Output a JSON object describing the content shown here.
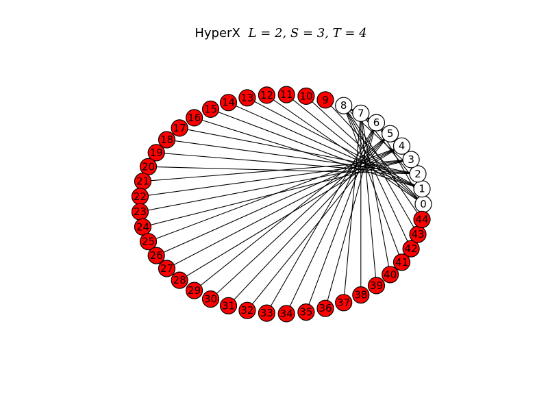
{
  "figure": {
    "title_prefix": "HyperX",
    "title_math": "L = 2, S = 3, T = 4",
    "colors": {
      "switch_fill": "#ffffff",
      "terminal_fill": "#ff0000",
      "stroke": "#000000",
      "edge": "#000000"
    }
  },
  "graph": {
    "switch_count": 9,
    "terminal_count": 36,
    "terminals_per_switch": 4,
    "dimensions": 2,
    "switches_per_dimension": 3,
    "nodes": [
      {
        "id": "0",
        "type": "switch"
      },
      {
        "id": "1",
        "type": "switch"
      },
      {
        "id": "2",
        "type": "switch"
      },
      {
        "id": "3",
        "type": "switch"
      },
      {
        "id": "4",
        "type": "switch"
      },
      {
        "id": "5",
        "type": "switch"
      },
      {
        "id": "6",
        "type": "switch"
      },
      {
        "id": "7",
        "type": "switch"
      },
      {
        "id": "8",
        "type": "switch"
      },
      {
        "id": "9",
        "type": "terminal"
      },
      {
        "id": "10",
        "type": "terminal"
      },
      {
        "id": "11",
        "type": "terminal"
      },
      {
        "id": "12",
        "type": "terminal"
      },
      {
        "id": "13",
        "type": "terminal"
      },
      {
        "id": "14",
        "type": "terminal"
      },
      {
        "id": "15",
        "type": "terminal"
      },
      {
        "id": "16",
        "type": "terminal"
      },
      {
        "id": "17",
        "type": "terminal"
      },
      {
        "id": "18",
        "type": "terminal"
      },
      {
        "id": "19",
        "type": "terminal"
      },
      {
        "id": "20",
        "type": "terminal"
      },
      {
        "id": "21",
        "type": "terminal"
      },
      {
        "id": "22",
        "type": "terminal"
      },
      {
        "id": "23",
        "type": "terminal"
      },
      {
        "id": "24",
        "type": "terminal"
      },
      {
        "id": "25",
        "type": "terminal"
      },
      {
        "id": "26",
        "type": "terminal"
      },
      {
        "id": "27",
        "type": "terminal"
      },
      {
        "id": "28",
        "type": "terminal"
      },
      {
        "id": "29",
        "type": "terminal"
      },
      {
        "id": "30",
        "type": "terminal"
      },
      {
        "id": "31",
        "type": "terminal"
      },
      {
        "id": "32",
        "type": "terminal"
      },
      {
        "id": "33",
        "type": "terminal"
      },
      {
        "id": "34",
        "type": "terminal"
      },
      {
        "id": "35",
        "type": "terminal"
      },
      {
        "id": "36",
        "type": "terminal"
      },
      {
        "id": "37",
        "type": "terminal"
      },
      {
        "id": "38",
        "type": "terminal"
      },
      {
        "id": "39",
        "type": "terminal"
      },
      {
        "id": "40",
        "type": "terminal"
      },
      {
        "id": "41",
        "type": "terminal"
      },
      {
        "id": "42",
        "type": "terminal"
      },
      {
        "id": "43",
        "type": "terminal"
      },
      {
        "id": "44",
        "type": "terminal"
      }
    ]
  }
}
